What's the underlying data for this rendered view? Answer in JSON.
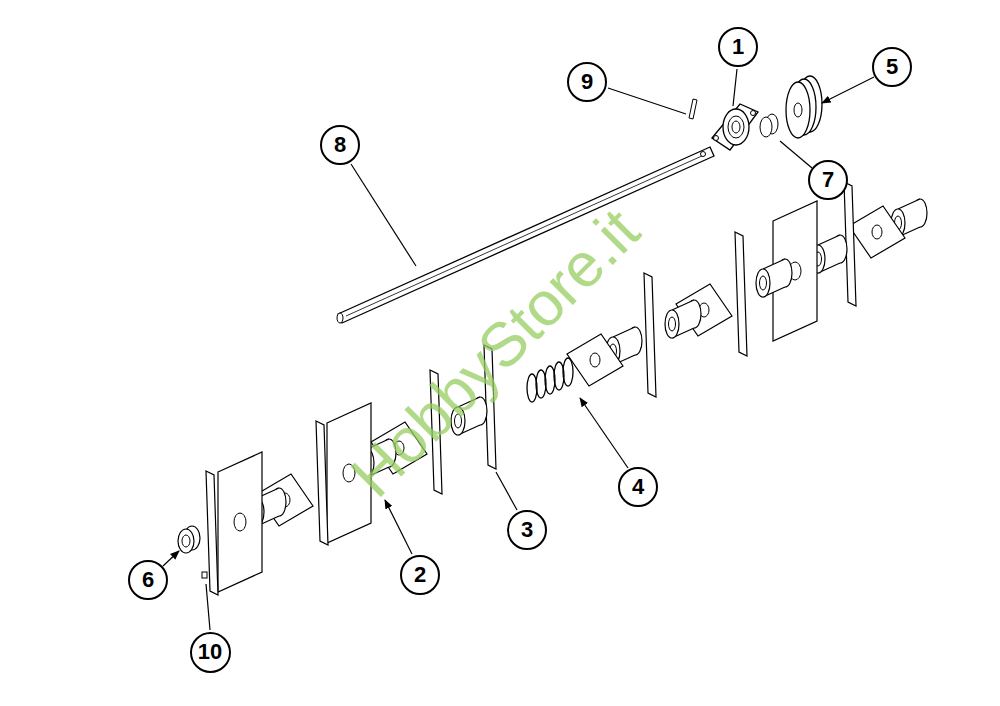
{
  "diagram": {
    "nodes": [
      {
        "text": [
          "1"
        ]
      },
      {
        "text": [
          "5"
        ]
      },
      {
        "text": [
          "9"
        ]
      },
      {
        "text": [
          "8"
        ]
      },
      {
        "text": [
          "7"
        ]
      },
      {
        "text": [
          "4"
        ]
      },
      {
        "text": [
          "3"
        ]
      },
      {
        "text": [
          "2"
        ]
      },
      {
        "text": [
          "6"
        ]
      },
      {
        "text": [
          "10"
        ]
      }
    ],
    "labels": [
      "HobbyStore.it"
    ]
  }
}
